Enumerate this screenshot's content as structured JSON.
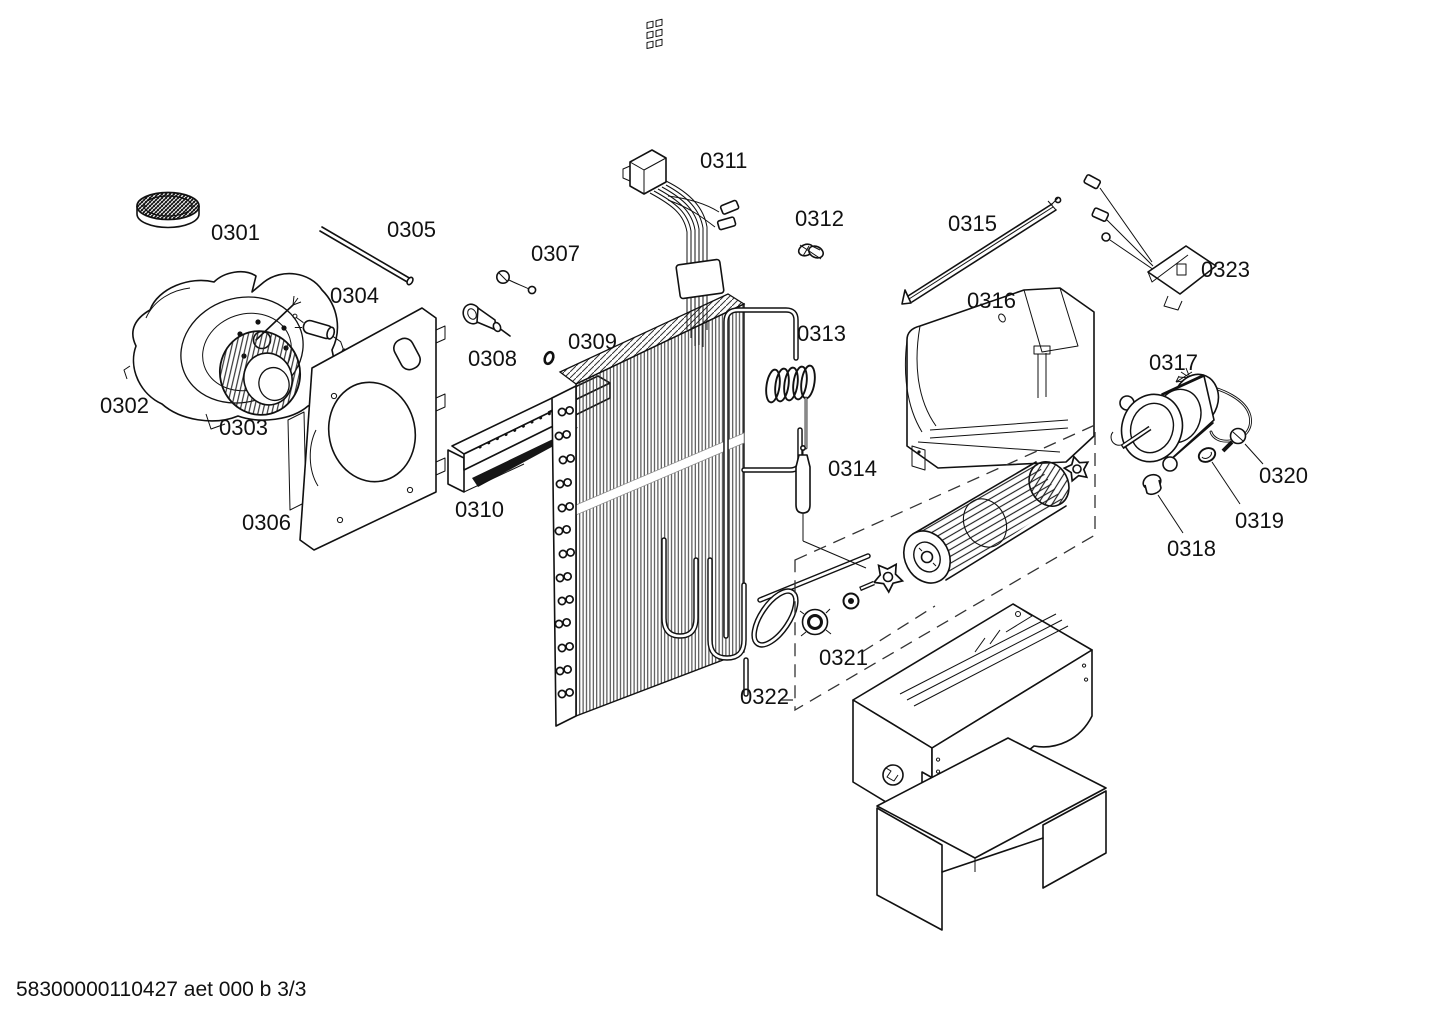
{
  "footer": "58300000110427 aet 000 b 3/3",
  "part_labels": {
    "p0301": "0301",
    "p0302": "0302",
    "p0303": "0303",
    "p0304": "0304",
    "p0305": "0305",
    "p0306": "0306",
    "p0307": "0307",
    "p0308": "0308",
    "p0309": "0309",
    "p0310": "0310",
    "p0311": "0311",
    "p0312": "0312",
    "p0313": "0313",
    "p0314": "0314",
    "p0315": "0315",
    "p0316": "0316",
    "p0317": "0317",
    "p0318": "0318",
    "p0319": "0319",
    "p0320": "0320",
    "p0321": "0321",
    "p0322": "0322",
    "p0323": "0323"
  },
  "colors": {
    "line": "#111111",
    "background": "#ffffff"
  }
}
